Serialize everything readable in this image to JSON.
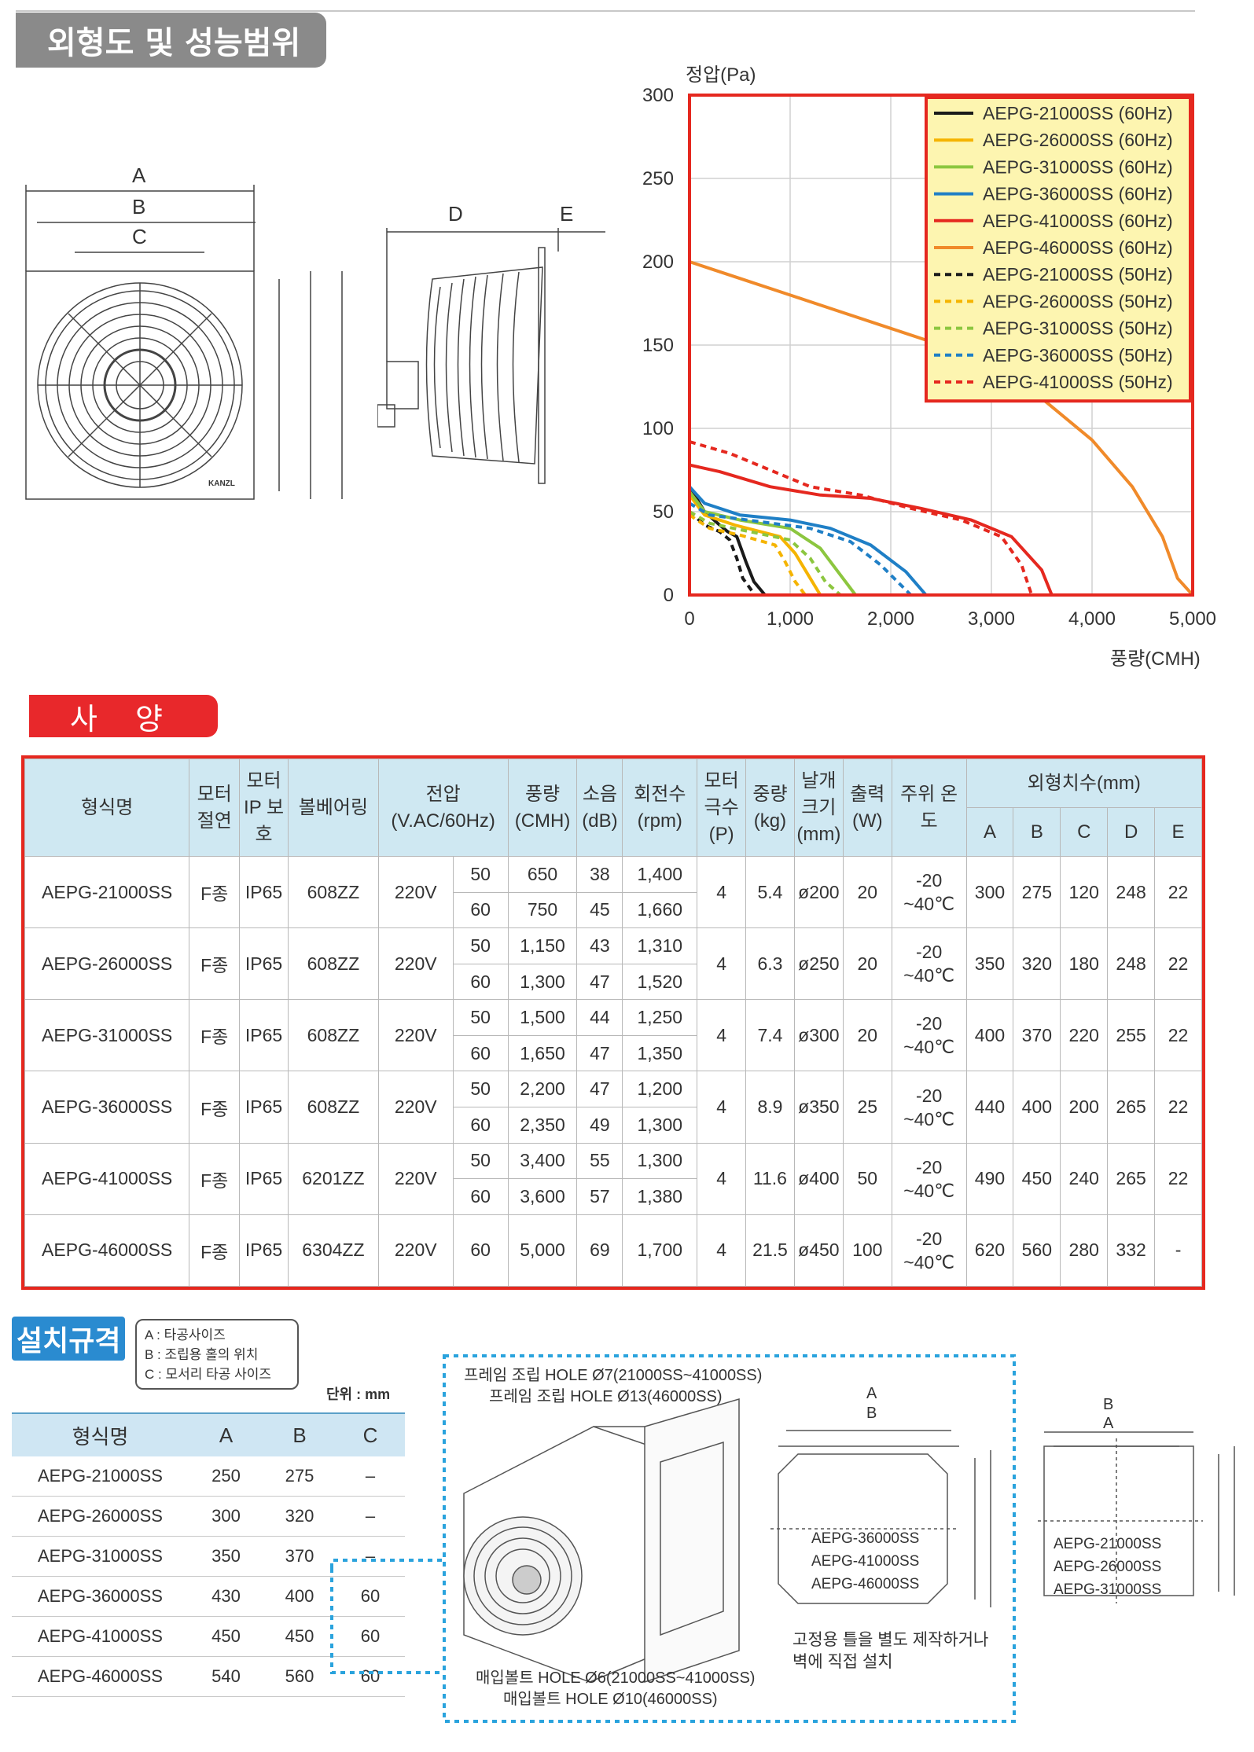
{
  "header": {
    "section_title": "외형도 및 성능범위"
  },
  "drawing_labels": {
    "a": "A",
    "b": "B",
    "c": "C",
    "d": "D",
    "e": "E",
    "brand": "KANZL"
  },
  "chart_data": {
    "type": "line",
    "title": "",
    "ylabel": "정압(Pa)",
    "xlabel": "풍량(CMH)",
    "xlim": [
      0,
      5000
    ],
    "ylim": [
      0,
      300
    ],
    "x_ticks": [
      "0",
      "1,000",
      "2,000",
      "3,000",
      "4,000",
      "5,000"
    ],
    "y_ticks": [
      "0",
      "50",
      "100",
      "150",
      "200",
      "250",
      "300"
    ],
    "grid": true,
    "legend_position": "top-right",
    "series": [
      {
        "name": "AEPG-21000SS (60Hz)",
        "color": "#1a1a1a",
        "dash": false,
        "points": [
          [
            0,
            65
          ],
          [
            150,
            50
          ],
          [
            300,
            42
          ],
          [
            380,
            38
          ],
          [
            470,
            35
          ],
          [
            560,
            20
          ],
          [
            640,
            8
          ],
          [
            750,
            0
          ]
        ]
      },
      {
        "name": "AEPG-26000SS (60Hz)",
        "color": "#f5b400",
        "dash": false,
        "points": [
          [
            0,
            60
          ],
          [
            150,
            48
          ],
          [
            450,
            42
          ],
          [
            900,
            35
          ],
          [
            1050,
            25
          ],
          [
            1200,
            10
          ],
          [
            1300,
            0
          ]
        ]
      },
      {
        "name": "AEPG-31000SS (60Hz)",
        "color": "#8cc63f",
        "dash": false,
        "points": [
          [
            0,
            62
          ],
          [
            150,
            50
          ],
          [
            500,
            45
          ],
          [
            1000,
            40
          ],
          [
            1300,
            28
          ],
          [
            1500,
            12
          ],
          [
            1650,
            0
          ]
        ]
      },
      {
        "name": "AEPG-36000SS (60Hz)",
        "color": "#1f7fc6",
        "dash": false,
        "points": [
          [
            0,
            65
          ],
          [
            150,
            55
          ],
          [
            500,
            48
          ],
          [
            1000,
            45
          ],
          [
            1400,
            40
          ],
          [
            1800,
            30
          ],
          [
            2150,
            14
          ],
          [
            2350,
            0
          ]
        ]
      },
      {
        "name": "AEPG-41000SS (60Hz)",
        "color": "#e5281f",
        "dash": false,
        "points": [
          [
            0,
            78
          ],
          [
            300,
            74
          ],
          [
            800,
            65
          ],
          [
            1300,
            60
          ],
          [
            1800,
            58
          ],
          [
            2300,
            52
          ],
          [
            2800,
            45
          ],
          [
            3200,
            35
          ],
          [
            3500,
            15
          ],
          [
            3600,
            0
          ]
        ]
      },
      {
        "name": "AEPG-46000SS (60Hz)",
        "color": "#f08a2a",
        "dash": false,
        "points": [
          [
            0,
            200
          ],
          [
            500,
            190
          ],
          [
            1000,
            180
          ],
          [
            1500,
            170
          ],
          [
            2000,
            160
          ],
          [
            2500,
            150
          ],
          [
            3000,
            137
          ],
          [
            3500,
            118
          ],
          [
            4000,
            93
          ],
          [
            4400,
            65
          ],
          [
            4700,
            35
          ],
          [
            4850,
            10
          ],
          [
            5000,
            0
          ]
        ]
      },
      {
        "name": "AEPG-21000SS (50Hz)",
        "color": "#1a1a1a",
        "dash": true,
        "points": [
          [
            0,
            50
          ],
          [
            150,
            42
          ],
          [
            300,
            38
          ],
          [
            400,
            33
          ],
          [
            470,
            22
          ],
          [
            530,
            10
          ],
          [
            650,
            0
          ]
        ]
      },
      {
        "name": "AEPG-26000SS (50Hz)",
        "color": "#f5b400",
        "dash": true,
        "points": [
          [
            0,
            48
          ],
          [
            200,
            40
          ],
          [
            500,
            36
          ],
          [
            850,
            30
          ],
          [
            950,
            20
          ],
          [
            1050,
            8
          ],
          [
            1150,
            0
          ]
        ]
      },
      {
        "name": "AEPG-31000SS (50Hz)",
        "color": "#8cc63f",
        "dash": true,
        "points": [
          [
            0,
            50
          ],
          [
            200,
            43
          ],
          [
            600,
            38
          ],
          [
            1000,
            33
          ],
          [
            1200,
            22
          ],
          [
            1350,
            8
          ],
          [
            1500,
            0
          ]
        ]
      },
      {
        "name": "AEPG-36000SS (50Hz)",
        "color": "#1f7fc6",
        "dash": true,
        "points": [
          [
            0,
            55
          ],
          [
            200,
            48
          ],
          [
            700,
            44
          ],
          [
            1200,
            40
          ],
          [
            1600,
            32
          ],
          [
            1900,
            18
          ],
          [
            2100,
            6
          ],
          [
            2200,
            0
          ]
        ]
      },
      {
        "name": "AEPG-41000SS (50Hz)",
        "color": "#e5281f",
        "dash": true,
        "points": [
          [
            0,
            92
          ],
          [
            400,
            85
          ],
          [
            800,
            75
          ],
          [
            1200,
            65
          ],
          [
            1700,
            60
          ],
          [
            2200,
            52
          ],
          [
            2700,
            45
          ],
          [
            3100,
            35
          ],
          [
            3300,
            18
          ],
          [
            3400,
            0
          ]
        ]
      }
    ]
  },
  "spec_section": {
    "title": "사 양",
    "headers": {
      "model": "형식명",
      "insulation": "모터 절연",
      "ip": "모터 IP 보호",
      "bearing": "볼베어링",
      "voltage": "전압 (V.AC/60Hz)",
      "airflow": "풍량 (CMH)",
      "noise": "소음 (dB)",
      "rpm": "회전수 (rpm)",
      "poles": "모터 극수 (P)",
      "weight": "중량 (kg)",
      "blade": "날개 크기 (mm)",
      "power": "출력 (W)",
      "ambient": "주위 온도",
      "dims": "외형치수(mm)",
      "dim_a": "A",
      "dim_b": "B",
      "dim_c": "C",
      "dim_d": "D",
      "dim_e": "E"
    },
    "rows": [
      {
        "model": "AEPG-21000SS",
        "insulation": "F종",
        "ip": "IP65",
        "bearing": "608ZZ",
        "voltage": "220V",
        "sub": [
          {
            "hz": "50",
            "cmh": "650",
            "db": "38",
            "rpm": "1,400"
          },
          {
            "hz": "60",
            "cmh": "750",
            "db": "45",
            "rpm": "1,660"
          }
        ],
        "poles": "4",
        "weight": "5.4",
        "blade": "ø200",
        "power": "20",
        "temp1": "-20",
        "temp2": "~40℃",
        "a": "300",
        "b": "275",
        "c": "120",
        "d": "248",
        "e": "22"
      },
      {
        "model": "AEPG-26000SS",
        "insulation": "F종",
        "ip": "IP65",
        "bearing": "608ZZ",
        "voltage": "220V",
        "sub": [
          {
            "hz": "50",
            "cmh": "1,150",
            "db": "43",
            "rpm": "1,310"
          },
          {
            "hz": "60",
            "cmh": "1,300",
            "db": "47",
            "rpm": "1,520"
          }
        ],
        "poles": "4",
        "weight": "6.3",
        "blade": "ø250",
        "power": "20",
        "temp1": "-20",
        "temp2": "~40℃",
        "a": "350",
        "b": "320",
        "c": "180",
        "d": "248",
        "e": "22"
      },
      {
        "model": "AEPG-31000SS",
        "insulation": "F종",
        "ip": "IP65",
        "bearing": "608ZZ",
        "voltage": "220V",
        "sub": [
          {
            "hz": "50",
            "cmh": "1,500",
            "db": "44",
            "rpm": "1,250"
          },
          {
            "hz": "60",
            "cmh": "1,650",
            "db": "47",
            "rpm": "1,350"
          }
        ],
        "poles": "4",
        "weight": "7.4",
        "blade": "ø300",
        "power": "20",
        "temp1": "-20",
        "temp2": "~40℃",
        "a": "400",
        "b": "370",
        "c": "220",
        "d": "255",
        "e": "22"
      },
      {
        "model": "AEPG-36000SS",
        "insulation": "F종",
        "ip": "IP65",
        "bearing": "608ZZ",
        "voltage": "220V",
        "sub": [
          {
            "hz": "50",
            "cmh": "2,200",
            "db": "47",
            "rpm": "1,200"
          },
          {
            "hz": "60",
            "cmh": "2,350",
            "db": "49",
            "rpm": "1,300"
          }
        ],
        "poles": "4",
        "weight": "8.9",
        "blade": "ø350",
        "power": "25",
        "temp1": "-20",
        "temp2": "~40℃",
        "a": "440",
        "b": "400",
        "c": "200",
        "d": "265",
        "e": "22"
      },
      {
        "model": "AEPG-41000SS",
        "insulation": "F종",
        "ip": "IP65",
        "bearing": "6201ZZ",
        "voltage": "220V",
        "sub": [
          {
            "hz": "50",
            "cmh": "3,400",
            "db": "55",
            "rpm": "1,300"
          },
          {
            "hz": "60",
            "cmh": "3,600",
            "db": "57",
            "rpm": "1,380"
          }
        ],
        "poles": "4",
        "weight": "11.6",
        "blade": "ø400",
        "power": "50",
        "temp1": "-20",
        "temp2": "~40℃",
        "a": "490",
        "b": "450",
        "c": "240",
        "d": "265",
        "e": "22"
      },
      {
        "model": "AEPG-46000SS",
        "insulation": "F종",
        "ip": "IP65",
        "bearing": "6304ZZ",
        "voltage": "220V",
        "sub": [
          {
            "hz": "60",
            "cmh": "5,000",
            "db": "69",
            "rpm": "1,700"
          }
        ],
        "poles": "4",
        "weight": "21.5",
        "blade": "ø450",
        "power": "100",
        "temp1": "-20",
        "temp2": "~40℃",
        "a": "620",
        "b": "560",
        "c": "280",
        "d": "332",
        "e": "-"
      }
    ]
  },
  "install": {
    "title": "설치규격",
    "legend": [
      "A : 타공사이즈",
      "B : 조립용 홀의 위치",
      "C : 모서리 타공 사이즈"
    ],
    "unit": "단위 : mm",
    "headers": [
      "형식명",
      "A",
      "B",
      "C"
    ],
    "rows": [
      [
        "AEPG-21000SS",
        "250",
        "275",
        "–"
      ],
      [
        "AEPG-26000SS",
        "300",
        "320",
        "–"
      ],
      [
        "AEPG-31000SS",
        "350",
        "370",
        "–"
      ],
      [
        "AEPG-36000SS",
        "430",
        "400",
        "60"
      ],
      [
        "AEPG-41000SS",
        "450",
        "450",
        "60"
      ],
      [
        "AEPG-46000SS",
        "540",
        "560",
        "60"
      ]
    ],
    "frame_hole_1": "프레임 조립 HOLE Ø7(21000SS~41000SS)",
    "frame_hole_2": "프레임 조립 HOLE Ø13(46000SS)",
    "anchor_1": "매입볼트 HOLE Ø6(21000SS~41000SS)",
    "anchor_2": "매입볼트 HOLE Ø10(46000SS)",
    "note_1": "고정용 틀을 별도 제작하거나",
    "note_2": "벽에 직접 설치",
    "diag1_models": [
      "AEPG-36000SS",
      "AEPG-41000SS",
      "AEPG-46000SS"
    ],
    "diag2_models": [
      "AEPG-21000SS",
      "AEPG-26000SS",
      "AEPG-31000SS"
    ]
  }
}
